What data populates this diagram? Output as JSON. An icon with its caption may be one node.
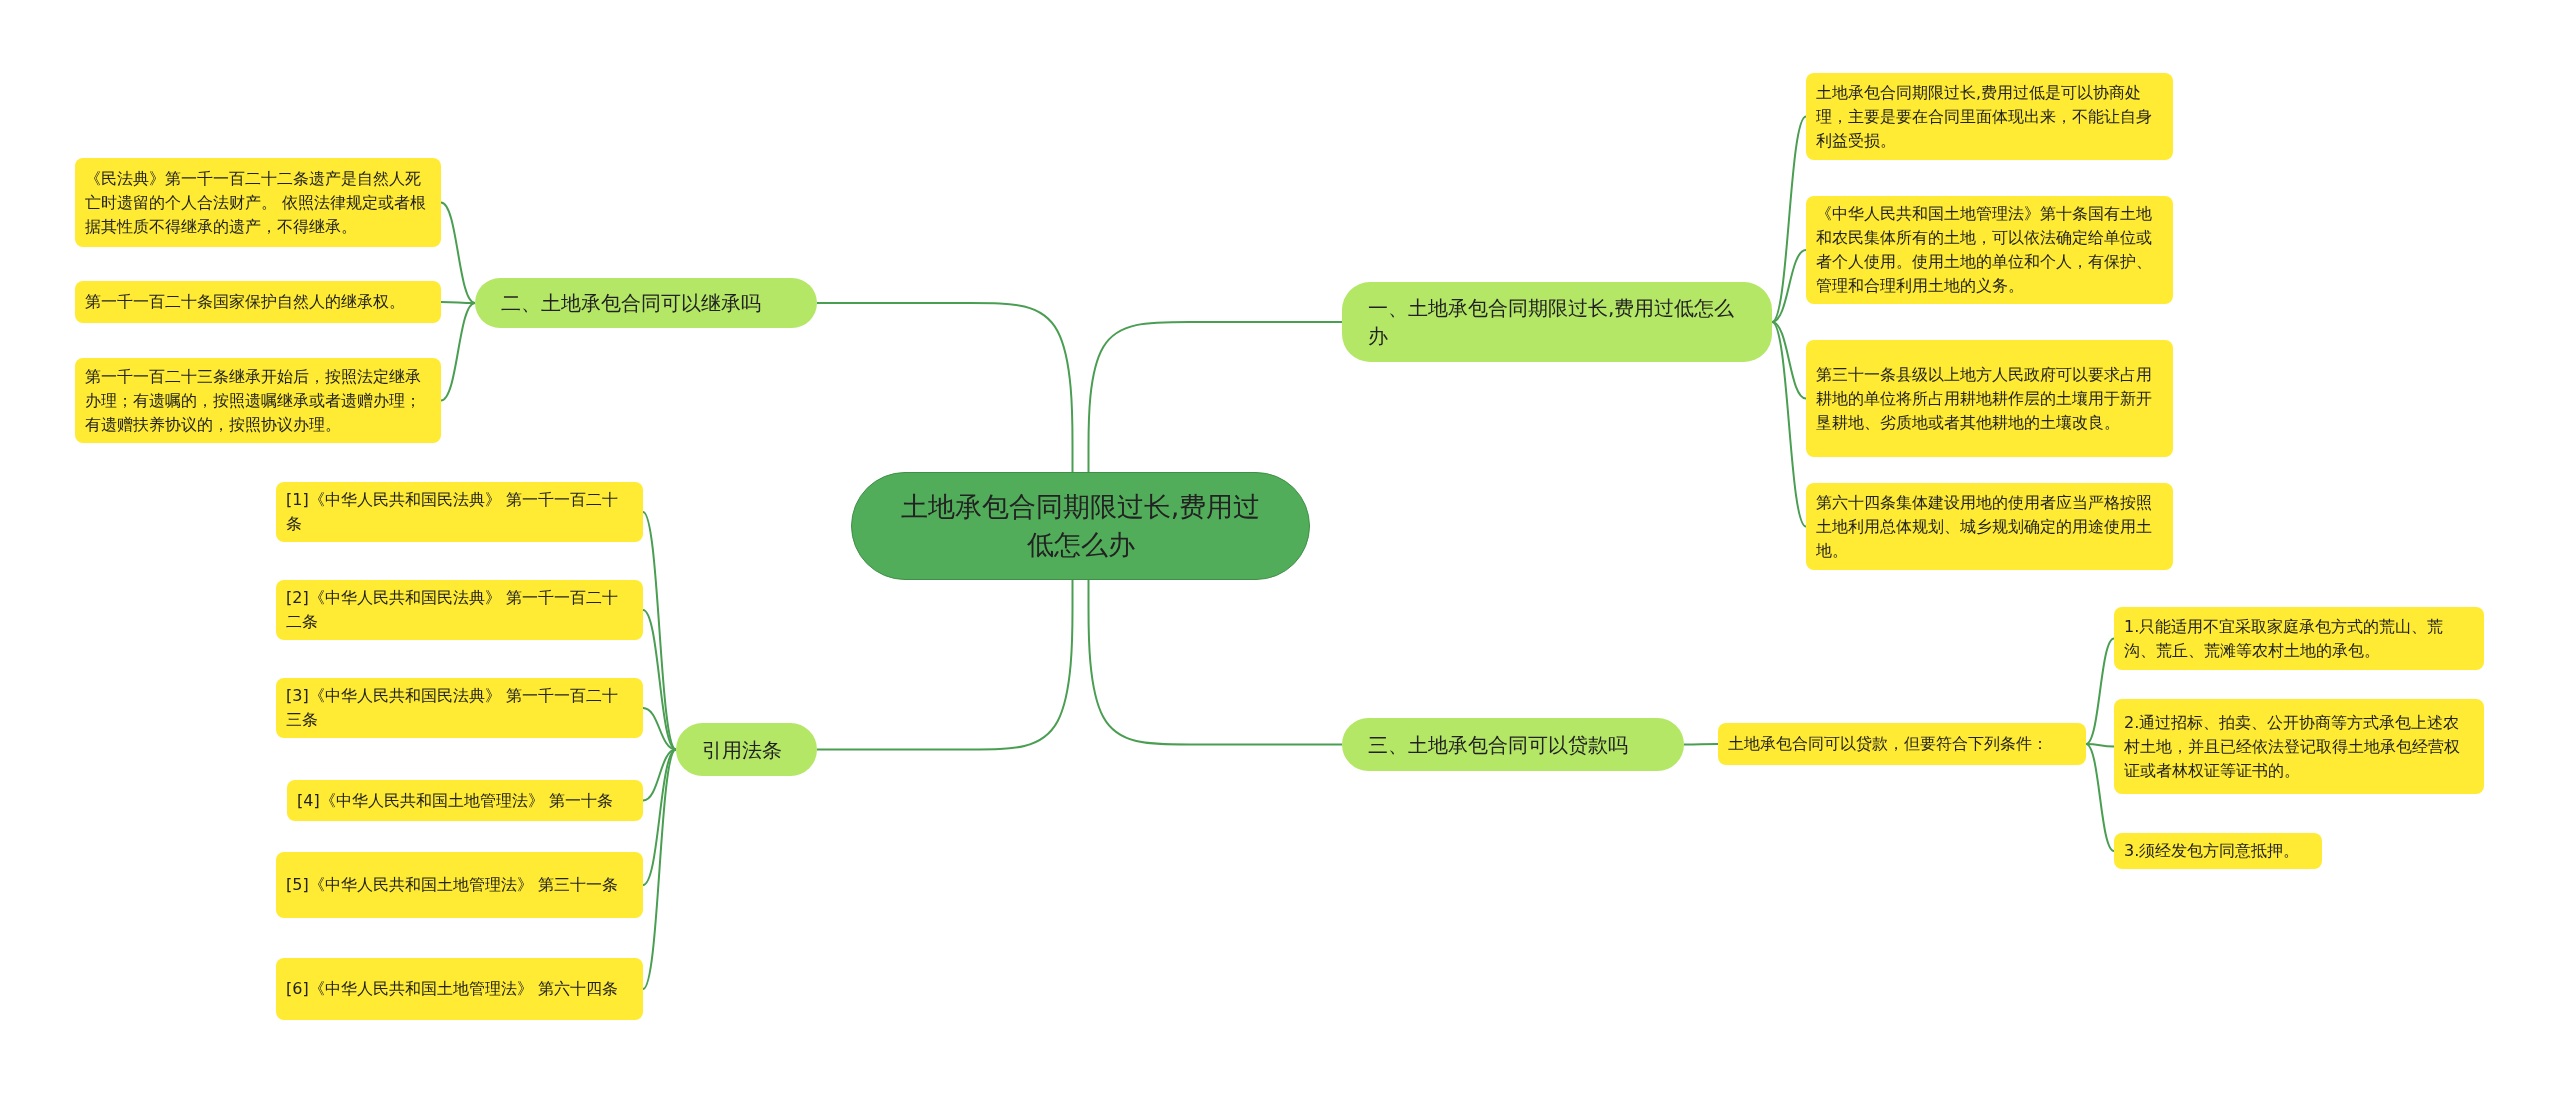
{
  "diagram": {
    "nodes": [
      {
        "text": [
          "土地承包合同期限过长,费用过低怎么办"
        ]
      },
      {
        "text": [
          "一、土地承包合同期限过长,费用过低怎么办"
        ]
      },
      {
        "text": [
          "土地承包合同期限过长,费用过低是可以协商处理，主要是要在合同里面体现出来，不能让自身利益受损。"
        ]
      },
      {
        "text": [
          "《中华人民共和国土地管理法》第十条国有土地和农民集体所有的土地，可以依法确定给单位或者个人使用。使用土地的单位和个人，有保护、管理和合理利用土地的义务。"
        ]
      },
      {
        "text": [
          "第三十一条县级以上地方人民政府可以要求占用耕地的单位将所占用耕地耕作层的土壤用于新开垦耕地、劣质地或者其他耕地的土壤改良。"
        ]
      },
      {
        "text": [
          "第六十四条集体建设用地的使用者应当严格按照土地利用总体规划、城乡规划确定的用途使用土地。"
        ]
      },
      {
        "text": [
          "二、土地承包合同可以继承吗"
        ]
      },
      {
        "text": [
          "《民法典》第一千一百二十二条遗产是自然人死亡时遗留的个人合法财产。 依照法律规定或者根据其性质不得继承的遗产，不得继承。"
        ]
      },
      {
        "text": [
          "第一千一百二十条国家保护自然人的继承权。"
        ]
      },
      {
        "text": [
          "第一千一百二十三条继承开始后，按照法定继承办理；有遗嘱的，按照遗嘱继承或者遗赠办理；有遗赠扶养协议的，按照协议办理。"
        ]
      },
      {
        "text": [
          "三、土地承包合同可以贷款吗"
        ]
      },
      {
        "text": [
          "土地承包合同可以贷款，但要符合下列条件："
        ]
      },
      {
        "text": [
          "1.只能适用不宜采取家庭承包方式的荒山、荒沟、荒丘、荒滩等农村土地的承包。"
        ]
      },
      {
        "text": [
          "2.通过招标、拍卖、公开协商等方式承包上述农村土地，并且已经依法登记取得土地承包经营权证或者林权证等证书的。"
        ]
      },
      {
        "text": [
          "3.须经发包方同意抵押。"
        ]
      },
      {
        "text": [
          "引用法条"
        ]
      },
      {
        "text": [
          "[1]《中华人民共和国民法典》 第一千一百二十条"
        ]
      },
      {
        "text": [
          "[2]《中华人民共和国民法典》 第一千一百二十二条"
        ]
      },
      {
        "text": [
          "[3]《中华人民共和国民法典》 第一千一百二十三条"
        ]
      },
      {
        "text": [
          "[4]《中华人民共和国土地管理法》 第一十条"
        ]
      },
      {
        "text": [
          "[5]《中华人民共和国土地管理法》 第三十一条"
        ]
      },
      {
        "text": [
          "[6]《中华人民共和国土地管理法》 第六十四条"
        ]
      }
    ],
    "edges": [
      {
        "from": 0,
        "to": 1,
        "arrow": "none"
      },
      {
        "from": 1,
        "to": 2,
        "arrow": "none"
      },
      {
        "from": 1,
        "to": 3,
        "arrow": "none"
      },
      {
        "from": 1,
        "to": 4,
        "arrow": "none"
      },
      {
        "from": 1,
        "to": 5,
        "arrow": "none"
      },
      {
        "from": 0,
        "to": 6,
        "arrow": "none"
      },
      {
        "from": 6,
        "to": 7,
        "arrow": "none"
      },
      {
        "from": 6,
        "to": 8,
        "arrow": "none"
      },
      {
        "from": 6,
        "to": 9,
        "arrow": "none"
      },
      {
        "from": 0,
        "to": 10,
        "arrow": "none"
      },
      {
        "from": 10,
        "to": 11,
        "arrow": "none"
      },
      {
        "from": 11,
        "to": 12,
        "arrow": "none"
      },
      {
        "from": 11,
        "to": 13,
        "arrow": "none"
      },
      {
        "from": 11,
        "to": 14,
        "arrow": "none"
      },
      {
        "from": 0,
        "to": 15,
        "arrow": "none"
      },
      {
        "from": 15,
        "to": 16,
        "arrow": "none"
      },
      {
        "from": 15,
        "to": 17,
        "arrow": "none"
      },
      {
        "from": 15,
        "to": 18,
        "arrow": "none"
      },
      {
        "from": 15,
        "to": 19,
        "arrow": "none"
      },
      {
        "from": 15,
        "to": 20,
        "arrow": "none"
      },
      {
        "from": 15,
        "to": 21,
        "arrow": "none"
      }
    ]
  }
}
